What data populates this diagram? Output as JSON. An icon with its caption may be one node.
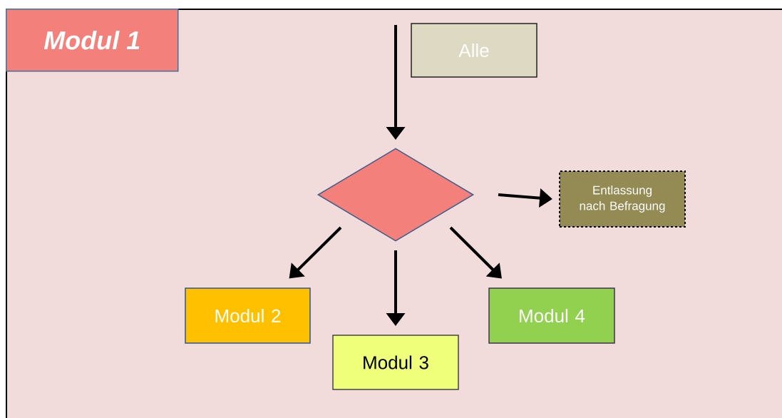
{
  "diagram": {
    "nodes": [
      {
        "text": [
          "Modul 1"
        ]
      },
      {
        "text": [
          "Alle"
        ],
        "in": 0
      },
      {
        "text": [],
        "shape": "diamond",
        "in": 0
      },
      {
        "text": [
          "Entlassung nach Befragung"
        ],
        "in": 0
      },
      {
        "text": [
          "Modul 2"
        ],
        "in": 0
      },
      {
        "text": [
          "Modul 3"
        ],
        "in": 0
      },
      {
        "text": [
          "Modul 4"
        ],
        "in": 0
      }
    ],
    "edges": [
      {
        "from": null,
        "to": 2,
        "arrow": "to"
      },
      {
        "from": 2,
        "to": 3,
        "arrow": "to"
      },
      {
        "from": 2,
        "to": 4,
        "arrow": "to"
      },
      {
        "from": 2,
        "to": 5,
        "arrow": "to"
      },
      {
        "from": 2,
        "to": 6,
        "arrow": "to"
      }
    ]
  }
}
